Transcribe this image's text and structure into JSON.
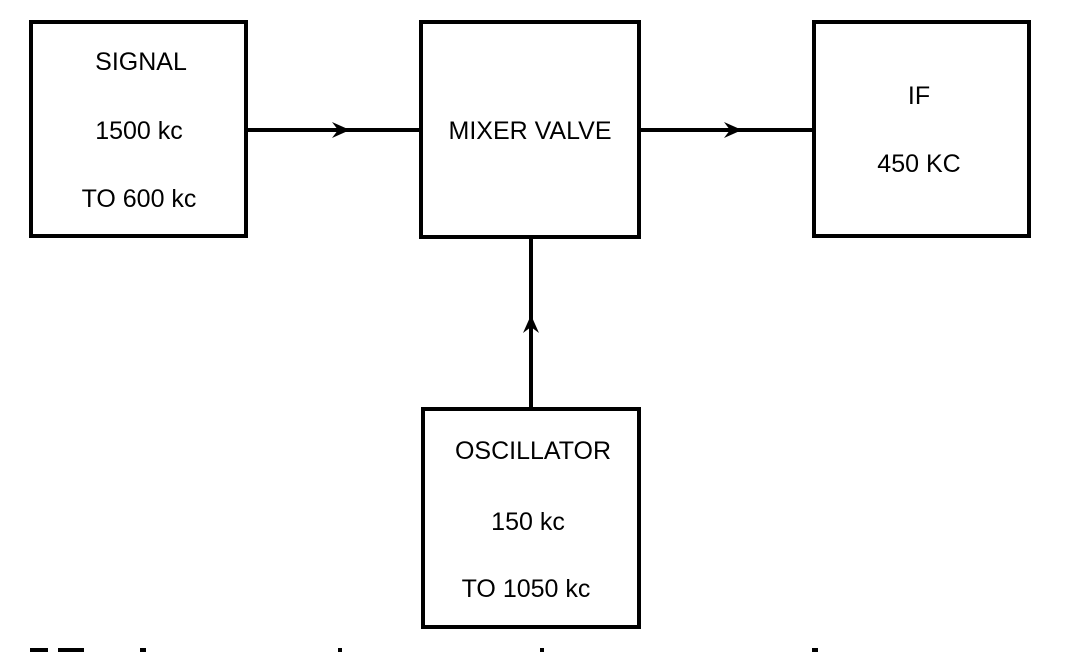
{
  "blocks": {
    "signal": {
      "label": "SIGNAL",
      "line2": "1500 kc",
      "line3": "TO 600 kc"
    },
    "mixer": {
      "label": "MIXER VALVE"
    },
    "if": {
      "label": "IF",
      "line2": "450 KC"
    },
    "oscillator": {
      "label": "OSCILLATOR",
      "line2": "150 kc",
      "line3": "TO 1050 kc"
    }
  },
  "connections": [
    {
      "from": "SIGNAL",
      "to": "MIXER VALVE"
    },
    {
      "from": "MIXER VALVE",
      "to": "IF"
    },
    {
      "from": "OSCILLATOR",
      "to": "MIXER VALVE"
    }
  ],
  "colors": {
    "ink": "#000000",
    "background": "#ffffff"
  }
}
